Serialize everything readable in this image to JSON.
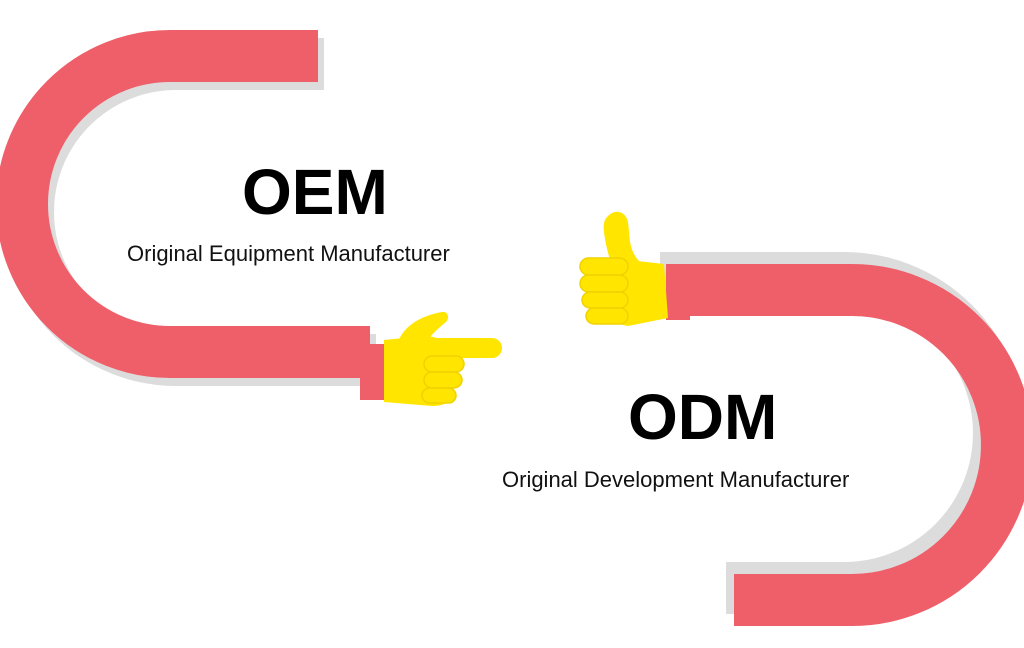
{
  "colors": {
    "arm": "#ef5f6a",
    "shadow": "#dcdcdc",
    "hand": "#ffe500",
    "hand_outline": "#e8cc00",
    "text": "#000000"
  },
  "oem": {
    "title": "OEM",
    "subtitle": "Original Equipment Manufacturer",
    "hand_icon": "pointing-hand-icon"
  },
  "odm": {
    "title": "ODM",
    "subtitle": "Original Development Manufacturer",
    "hand_icon": "thumbs-up-icon"
  }
}
